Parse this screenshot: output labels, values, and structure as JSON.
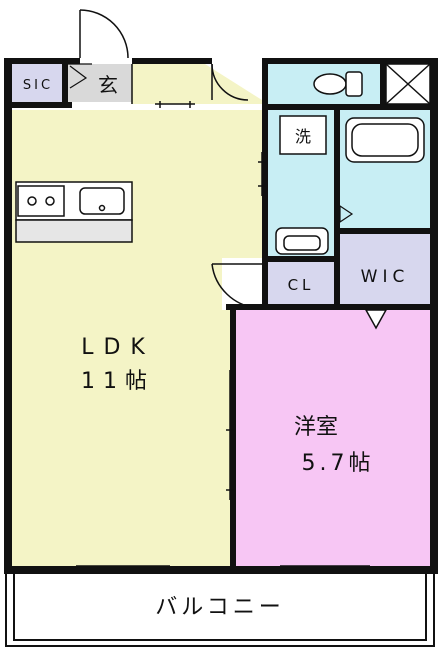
{
  "floor_plan": {
    "rooms": {
      "sic": {
        "label": "SIC",
        "color": "#d7d7ee"
      },
      "entrance": {
        "label": "玄",
        "color": "#d9d9d9"
      },
      "toilet": {
        "color": "#c8eef4"
      },
      "wash": {
        "label": "洗",
        "color": "#c8eef4"
      },
      "bath": {
        "color": "#c8eef4"
      },
      "closet": {
        "label": "CL",
        "color": "#d7d7ee"
      },
      "walk_in_closet": {
        "label": "WIC",
        "color": "#d7d7ee"
      },
      "ldk": {
        "name": "LDK",
        "size": "11帖",
        "color": "#f4f4c6"
      },
      "western_room": {
        "name": "洋室",
        "size": "5.7帖",
        "color": "#f7c6f4"
      },
      "balcony": {
        "label": "バルコニー",
        "color": "#ffffff"
      }
    },
    "wall_color": "#111111"
  }
}
